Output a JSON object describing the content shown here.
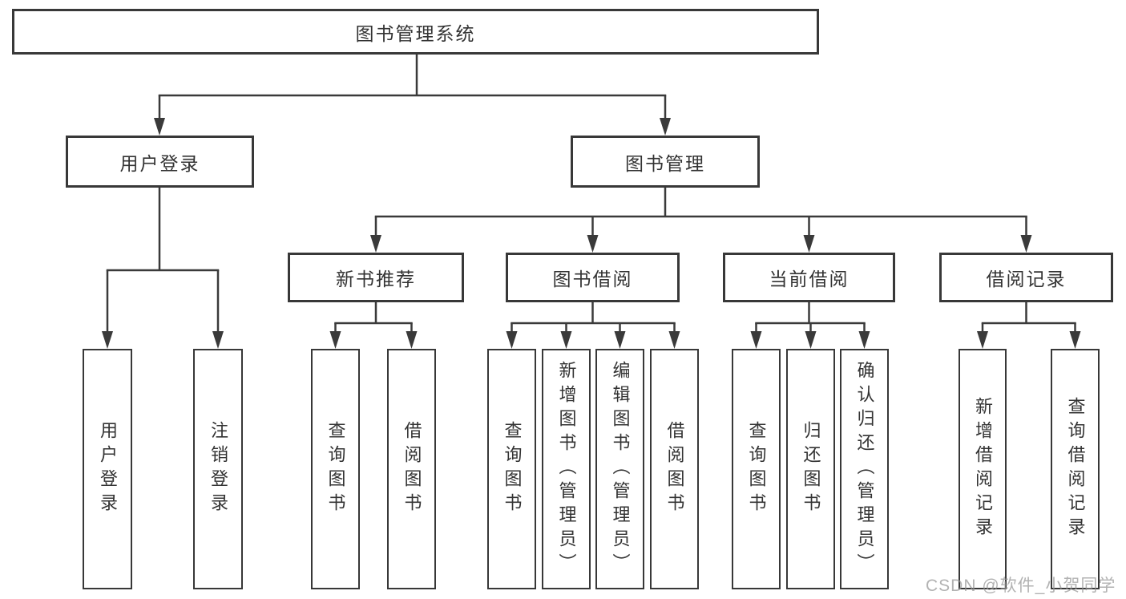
{
  "diagram": {
    "root": "图书管理系统",
    "branches": {
      "user_login": "用户登录",
      "book_management": "图书管理"
    },
    "modules": {
      "new_book_recommend": "新书推荐",
      "book_borrow": "图书借阅",
      "current_borrow": "当前借阅",
      "borrow_records": "借阅记录"
    },
    "leaves": {
      "user_login": "用户登录",
      "logout": "注销登录",
      "query_books_1": "查询图书",
      "borrow_books_1": "借阅图书",
      "query_books_2": "查询图书",
      "add_book_admin": "新增图书（管理员）",
      "edit_book_admin": "编辑图书（管理员）",
      "borrow_books_2": "借阅图书",
      "query_books_3": "查询图书",
      "return_book": "归还图书",
      "confirm_return_admin": "确认归还（管理员）",
      "add_borrow_record": "新增借阅记录",
      "query_borrow_record": "查询借阅记录"
    }
  },
  "watermark": "CSDN @软件_小贺同学",
  "colors": {
    "line": "#3a3a3a",
    "border": "#383838",
    "text": "#333333",
    "watermark": "#949494",
    "background": "#ffffff"
  }
}
